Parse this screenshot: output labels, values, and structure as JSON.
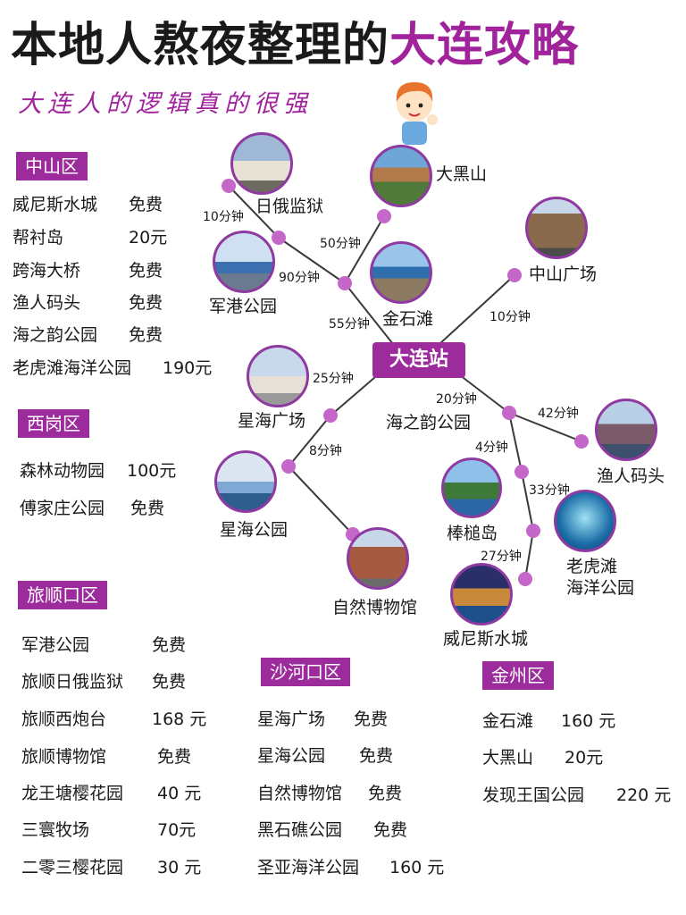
{
  "title": {
    "part1": "本地人熬夜整理的",
    "part2": "大连攻略"
  },
  "subtitle": "大连人的逻辑真的很强",
  "colors": {
    "accent": "#9c2c9c",
    "node": "#c567c8",
    "line": "#3a3a3a"
  },
  "hub": "大连站",
  "places": [
    {
      "id": "rieyjianyu",
      "label": "日俄监狱"
    },
    {
      "id": "daheishan",
      "label": "大黑山"
    },
    {
      "id": "zhongshanguangchang",
      "label": "中山广场"
    },
    {
      "id": "jungang",
      "label": "军港公园"
    },
    {
      "id": "jinshitan",
      "label": "金石滩"
    },
    {
      "id": "xinghaiguangchang",
      "label": "星海广场"
    },
    {
      "id": "haizhiyun",
      "label": "海之韵公园"
    },
    {
      "id": "yurenmatou",
      "label": "渔人码头"
    },
    {
      "id": "xinghaigongyuan",
      "label": "星海公园"
    },
    {
      "id": "bangchuidao",
      "label": "棒槌岛"
    },
    {
      "id": "laohutan",
      "label": "老虎滩\n海洋公园"
    },
    {
      "id": "ziran",
      "label": "自然博物馆"
    },
    {
      "id": "weinisi",
      "label": "威尼斯水城"
    }
  ],
  "times": [
    "10分钟",
    "50分钟",
    "90分钟",
    "55分钟",
    "10分钟",
    "25分钟",
    "20分钟",
    "42分钟",
    "8分钟",
    "4分钟",
    "33分钟",
    "27分钟"
  ],
  "districts": [
    {
      "name": "中山区",
      "items": [
        {
          "name": "威尼斯水城",
          "price": "免费"
        },
        {
          "name": "帮衬岛",
          "price": "20元"
        },
        {
          "name": "跨海大桥",
          "price": "免费"
        },
        {
          "name": "渔人码头",
          "price": "免费"
        },
        {
          "name": "海之韵公园",
          "price": "免费"
        },
        {
          "name": "老虎滩海洋公园",
          "price": "190元"
        }
      ]
    },
    {
      "name": "西岗区",
      "items": [
        {
          "name": "森林动物园",
          "price": "100元"
        },
        {
          "name": "傅家庄公园",
          "price": "免费"
        }
      ]
    },
    {
      "name": "旅顺口区",
      "items": [
        {
          "name": "军港公园",
          "price": "免费"
        },
        {
          "name": "旅顺日俄监狱",
          "price": "免费"
        },
        {
          "name": "旅顺西炮台",
          "price": "168 元"
        },
        {
          "name": "旅顺博物馆",
          "price": "免费"
        },
        {
          "name": "龙王塘樱花园",
          "price": "40 元"
        },
        {
          "name": "三寰牧场",
          "price": "70元"
        },
        {
          "name": "二零三樱花园",
          "price": "30 元"
        }
      ]
    },
    {
      "name": "沙河口区",
      "items": [
        {
          "name": "星海广场",
          "price": "免费"
        },
        {
          "name": "星海公园",
          "price": "免费"
        },
        {
          "name": "自然博物馆",
          "price": "免费"
        },
        {
          "name": "黑石礁公园",
          "price": "免费"
        },
        {
          "name": "圣亚海洋公园",
          "price": "160 元"
        }
      ]
    },
    {
      "name": "金州区",
      "items": [
        {
          "name": "金石滩",
          "price": "160 元"
        },
        {
          "name": "大黑山",
          "price": "20元"
        },
        {
          "name": "发现王国公园",
          "price": "220 元"
        }
      ]
    }
  ]
}
